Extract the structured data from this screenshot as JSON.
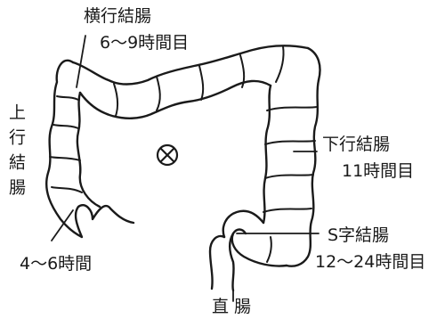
{
  "labels": {
    "transverse_name": "横行結腸",
    "transverse_time": "6～9時間目",
    "ascending_name": "上行結腸",
    "ascending_time": "4～6時間",
    "descending_name": "下行結腸",
    "descending_time": "11時間目",
    "sigmoid_name": "S字結腸",
    "sigmoid_time": "12～24時間目",
    "rectum_name": "直 腸"
  },
  "colors": {
    "ink": "#1a1a1a",
    "background": "#ffffff"
  },
  "icons": {
    "center_marker": "circled-cross-icon"
  }
}
